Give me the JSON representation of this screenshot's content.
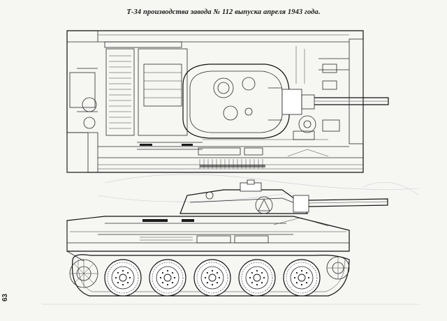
{
  "document": {
    "caption": "Т-34 производства завода № 112 выпуска апреля 1943 года.",
    "page_number": "63"
  },
  "drawings": {
    "top_view": {
      "subject": "tank-plan-view"
    },
    "side_view": {
      "subject": "tank-side-view",
      "road_wheel_count": 5
    }
  }
}
